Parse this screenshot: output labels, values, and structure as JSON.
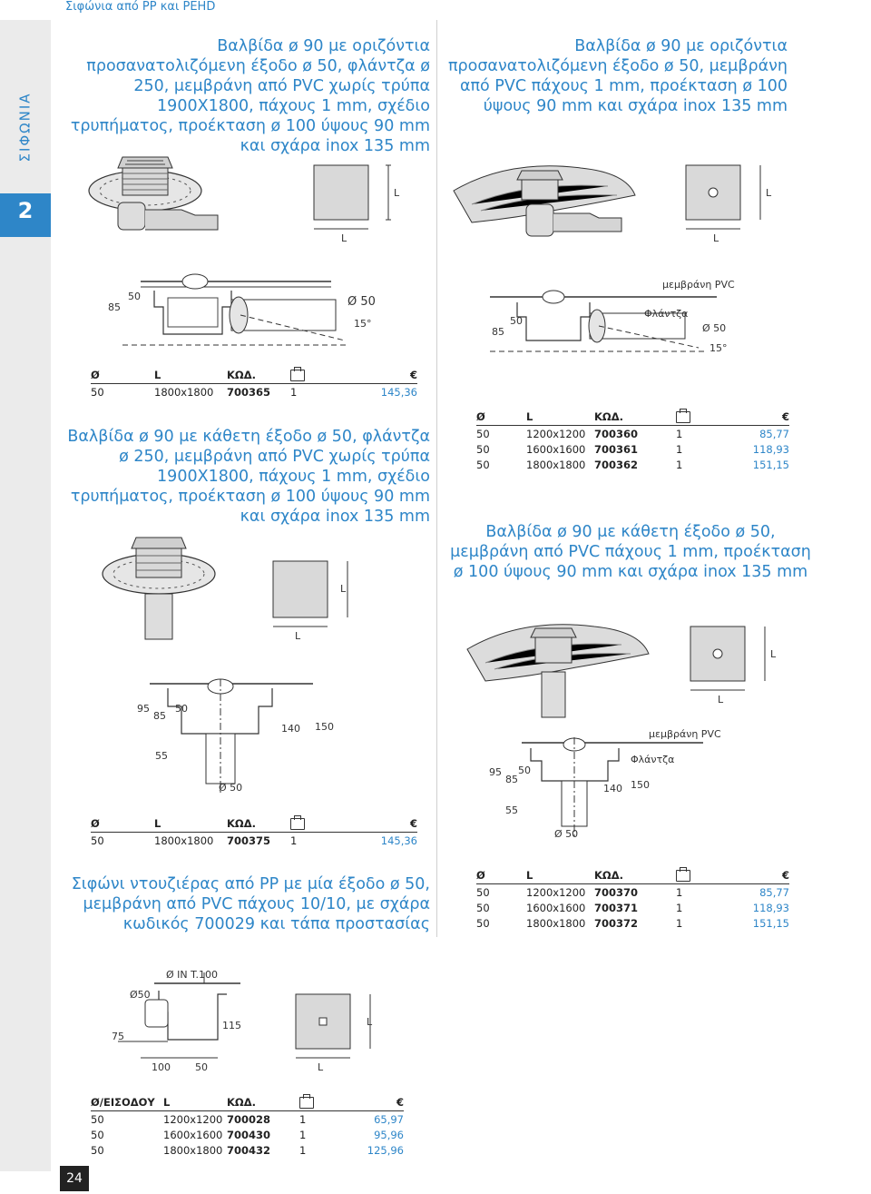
{
  "header": {
    "title": "Σιφώνια από PP και PEHD"
  },
  "sidebar": {
    "word": "ΣΙΦΩΝΙΑ",
    "section": "2"
  },
  "page_number": "24",
  "table_headers": [
    "Ø",
    "L",
    "ΚΩΔ.",
    "",
    "€"
  ],
  "table_headers_inlet": [
    "Ø/ΕΙΣΟΔΟΥ",
    "L",
    "ΚΩΔ.",
    "",
    "€"
  ],
  "dims": {
    "L": "L",
    "d50": "Ø 50",
    "deg15": "15°",
    "n85": "85",
    "n50": "50",
    "n95": "95",
    "n55": "55",
    "n140": "140",
    "n150": "150",
    "membrane": "μεμβράνη PVC",
    "flange": "Φλάντζα",
    "inT": "Ø IN T.100",
    "d50b": "Ø50",
    "n75": "75",
    "n115": "115",
    "n100": "100"
  },
  "products": [
    {
      "title": "Βαλβίδα ø 90 με οριζόντια προσανατολιζόμενη έξοδο ø 50, φλάντζα ø 250, μεμβράνη από PVC χωρίς τρύπα 1900Χ1800, πάχους 1 mm, σχέδιο τρυπήματος, προέκταση ø 100 ύψους 90 mm και σχάρα inox 135 mm",
      "rows": [
        [
          "50",
          "1800x1800",
          "700365",
          "1",
          "145,36"
        ]
      ]
    },
    {
      "title": "Βαλβίδα ø 90 με οριζόντια προσανατολιζόμενη έξοδο ø 50, μεμβράνη από PVC πάχους 1 mm, προέκταση ø 100 ύψους 90 mm και σχάρα inox 135 mm",
      "rows": [
        [
          "50",
          "1200x1200",
          "700360",
          "1",
          "85,77"
        ],
        [
          "50",
          "1600x1600",
          "700361",
          "1",
          "118,93"
        ],
        [
          "50",
          "1800x1800",
          "700362",
          "1",
          "151,15"
        ]
      ]
    },
    {
      "title": "Βαλβίδα ø 90 με κάθετη έξοδο ø 50, φλάντζα ø 250, μεμβράνη από PVC χωρίς τρύπα 1900Χ1800, πάχους 1 mm, σχέδιο τρυπήματος, προέκταση ø 100 ύψους 90 mm και σχάρα inox 135 mm",
      "rows": [
        [
          "50",
          "1800x1800",
          "700375",
          "1",
          "145,36"
        ]
      ]
    },
    {
      "title": "Βαλβίδα ø 90 με κάθετη έξοδο ø 50, μεμβράνη από PVC πάχους 1 mm, προέκταση ø 100 ύψους 90 mm και σχάρα inox 135 mm",
      "rows": [
        [
          "50",
          "1200x1200",
          "700370",
          "1",
          "85,77"
        ],
        [
          "50",
          "1600x1600",
          "700371",
          "1",
          "118,93"
        ],
        [
          "50",
          "1800x1800",
          "700372",
          "1",
          "151,15"
        ]
      ]
    },
    {
      "title": "Σιφώνι ντουζιέρας από PP με μία έξοδο ø 50, μεμβράνη από PVC πάχους 10/10, με σχάρα κωδικός 700029 και τάπα προστασίας",
      "rows": [
        [
          "50",
          "1200x1200",
          "700028",
          "1",
          "65,97"
        ],
        [
          "50",
          "1600x1600",
          "700430",
          "1",
          "95,96"
        ],
        [
          "50",
          "1800x1800",
          "700432",
          "1",
          "125,96"
        ]
      ]
    }
  ]
}
